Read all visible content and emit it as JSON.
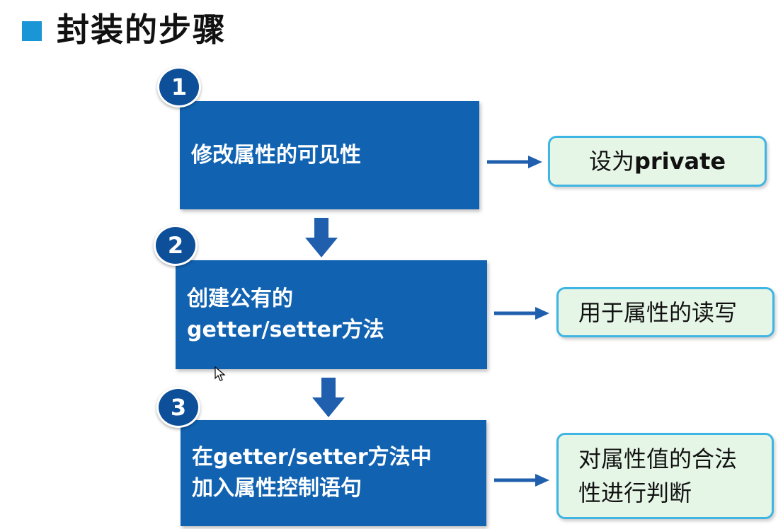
{
  "title": "封装的步骤",
  "steps": [
    {
      "number": "1",
      "lines": [
        "修改属性的可见性"
      ],
      "note_lines": [
        "设为",
        "private"
      ]
    },
    {
      "number": "2",
      "lines": [
        "创建公有的",
        "getter/setter方法"
      ],
      "note_lines": [
        "用于属性的读写"
      ]
    },
    {
      "number": "3",
      "lines": [
        "在getter/setter方法中",
        "加入属性控制语句"
      ],
      "note_lines": [
        "对属性值的合法",
        "性进行判断"
      ]
    }
  ],
  "colors": {
    "accent": "#1a96d6",
    "step_box": "#1163b2",
    "badge": "#0d4f99",
    "arrow": "#1f5fae",
    "note_fill": "#e6f6e6",
    "note_border": "#3fb5e3"
  },
  "icons": [
    "title-bullet-icon",
    "down-arrow-icon",
    "right-arrow-icon",
    "mouse-pointer-icon"
  ]
}
